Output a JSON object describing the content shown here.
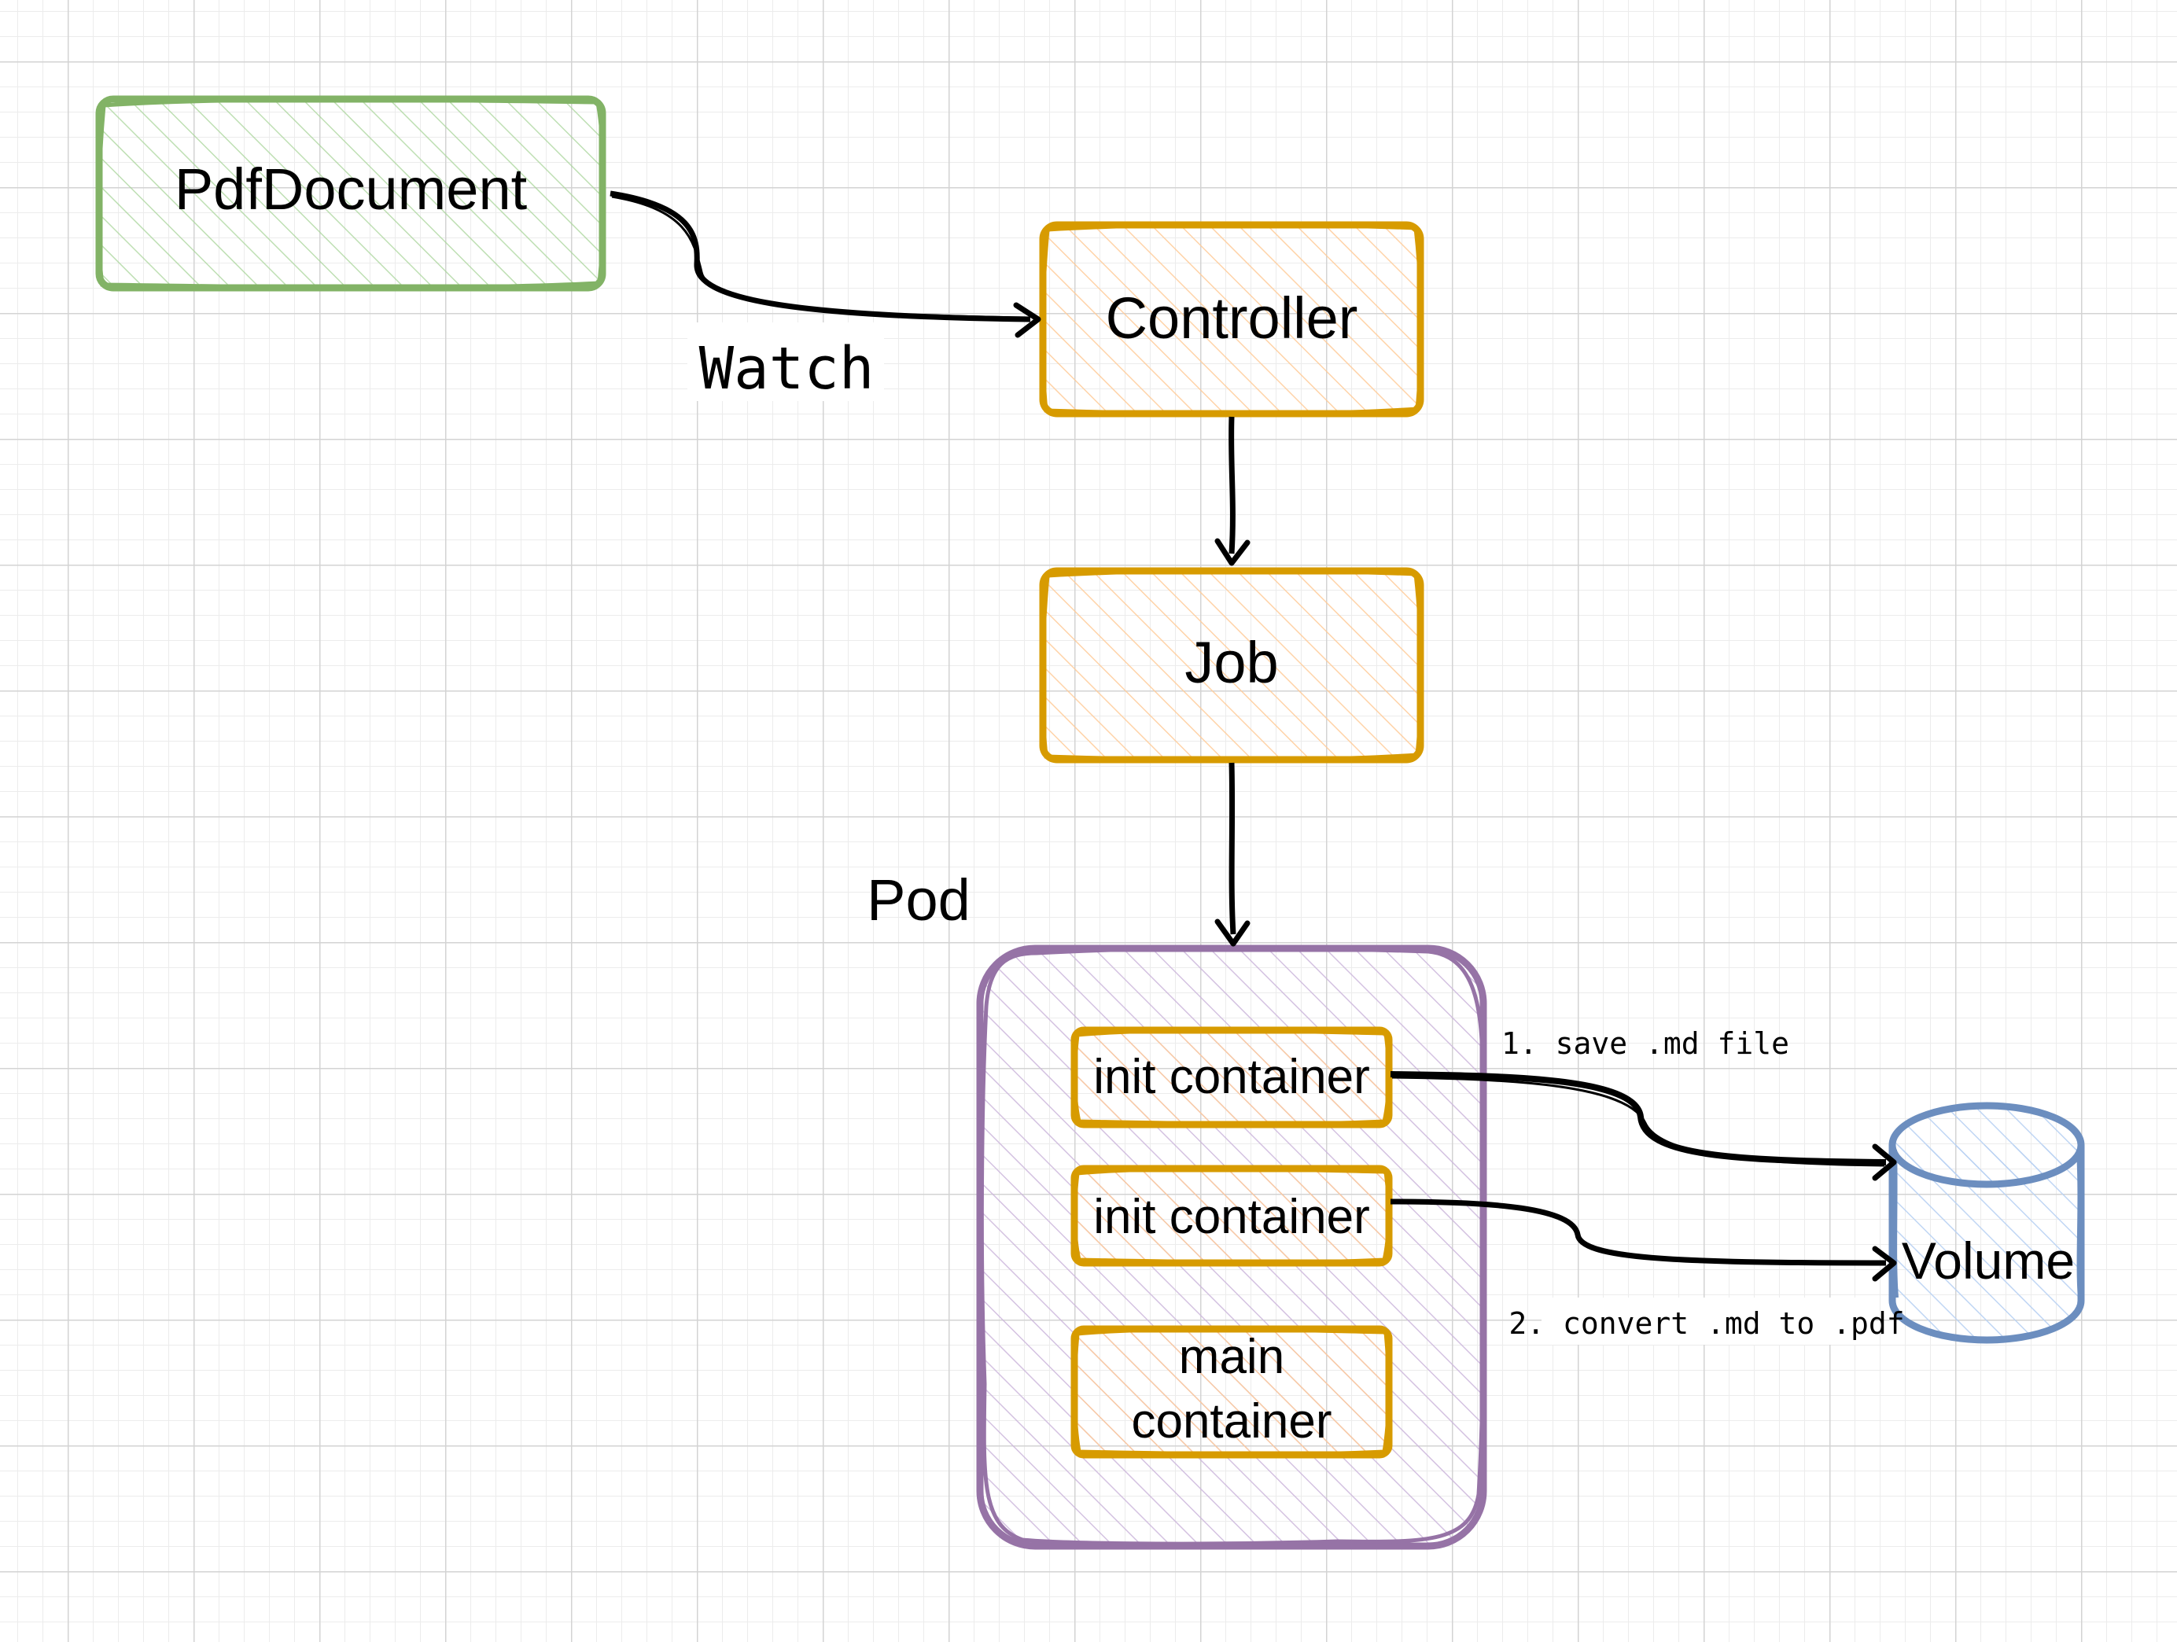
{
  "nodes": {
    "pdfdocument": "PdfDocument",
    "controller": "Controller",
    "job": "Job",
    "pod": "Pod",
    "init_container_1": "init container",
    "init_container_2": "init container",
    "main_container_line1": "main",
    "main_container_line2": "container",
    "volume": "Volume"
  },
  "edges": {
    "watch": "Watch",
    "save_md": "1. save .md file",
    "convert_md": "2. convert .md to .pdf"
  },
  "colors": {
    "green": "#82b366",
    "green_fill": "#d5e8d4",
    "orange": "#d79b00",
    "orange_fill": "#ffe6cc",
    "purple": "#9673a6",
    "purple_fill": "#e1d5e7",
    "blue": "#6c8ebf",
    "blue_fill": "#dae8fc",
    "edge": "#000000"
  }
}
